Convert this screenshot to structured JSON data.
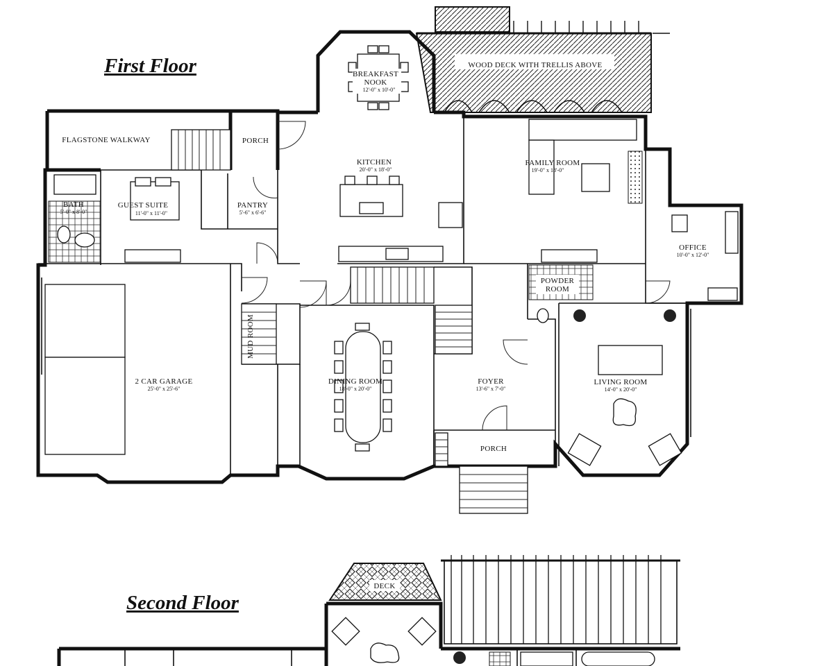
{
  "floors": [
    {
      "title": "First Floor",
      "rooms": [
        {
          "id": "breakfast-nook",
          "name": "BREAKFAST\nNOOK",
          "dims": "12'-0\" x 10'-0\""
        },
        {
          "id": "wood-deck",
          "name": "WOOD DECK WITH TRELLIS ABOVE",
          "dims": ""
        },
        {
          "id": "flagstone-walkway",
          "name": "FLAGSTONE WALKWAY",
          "dims": ""
        },
        {
          "id": "porch-side",
          "name": "PORCH",
          "dims": ""
        },
        {
          "id": "kitchen",
          "name": "KITCHEN",
          "dims": "20'-0\" x 18'-0\""
        },
        {
          "id": "family-room",
          "name": "FAMILY ROOM",
          "dims": "19'-0\" x 18'-0\""
        },
        {
          "id": "bath",
          "name": "BATH",
          "dims": "5'-0\" x 8'-0\""
        },
        {
          "id": "guest-suite",
          "name": "GUEST SUITE",
          "dims": "11'-0\" x 11'-0\""
        },
        {
          "id": "pantry",
          "name": "PANTRY",
          "dims": "5'-6\" x 6'-6\""
        },
        {
          "id": "office",
          "name": "OFFICE",
          "dims": "10'-0\" x 12'-0\""
        },
        {
          "id": "powder-room",
          "name": "POWDER\nROOM",
          "dims": ""
        },
        {
          "id": "mud-room",
          "name": "MUD ROOM",
          "dims": ""
        },
        {
          "id": "garage",
          "name": "2 CAR GARAGE",
          "dims": "25'-0\" x 25'-6\""
        },
        {
          "id": "dining-room",
          "name": "DINING ROOM",
          "dims": "18'-0\" x 20'-0\""
        },
        {
          "id": "foyer",
          "name": "FOYER",
          "dims": "13'-6\" x 7'-0\""
        },
        {
          "id": "living-room",
          "name": "LIVING ROOM",
          "dims": "14'-0\" x 20'-0\""
        },
        {
          "id": "porch-front",
          "name": "PORCH",
          "dims": ""
        }
      ]
    },
    {
      "title": "Second Floor",
      "rooms": [
        {
          "id": "deck",
          "name": "DECK",
          "dims": ""
        }
      ]
    }
  ]
}
